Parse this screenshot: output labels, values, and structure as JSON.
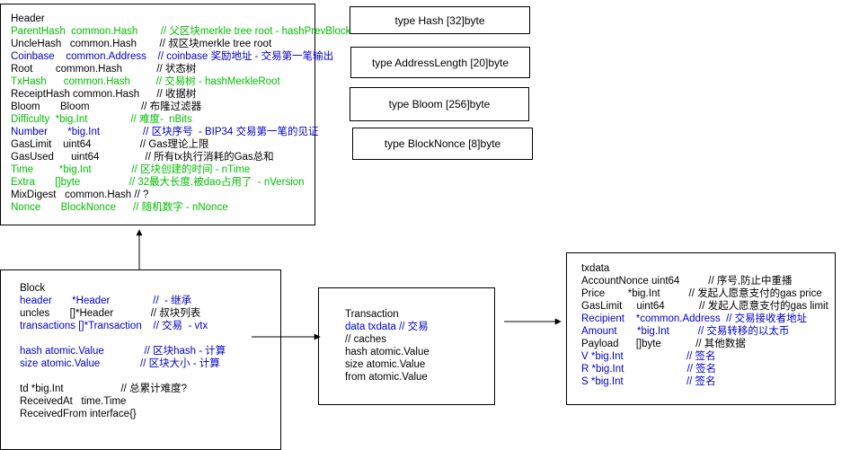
{
  "colors": {
    "black": "#000000",
    "green": "#00c000",
    "blue": "#0000cc"
  },
  "header_box": {
    "lines": [
      {
        "text": "Header",
        "color": "black"
      },
      {
        "text": "ParentHash  common.Hash        // 父区块merkle tree root - hashPrevBlock",
        "color": "green"
      },
      {
        "text": "UncleHash   common.Hash        // 叔区块merkle tree root",
        "color": "black"
      },
      {
        "text": "Coinbase    common.Address    // coinbase 奖励地址 - 交易第一笔输出",
        "color": "blue"
      },
      {
        "text": "Root        common.Hash            // 状态树",
        "color": "black"
      },
      {
        "text": "TxHash      common.Hash         // 交易树 - hashMerkleRoot",
        "color": "green"
      },
      {
        "text": "ReceiptHash common.Hash      // 收据树",
        "color": "black"
      },
      {
        "text": "Bloom       Bloom                  // 布隆过滤器",
        "color": "black"
      },
      {
        "text": "Difficulty  *big.Int               // 难度-  nBits",
        "color": "green"
      },
      {
        "text": "Number       *big.Int               // 区块序号  - BIP34 交易第一笔的见证",
        "color": "blue"
      },
      {
        "text": "GasLimit    uint64                 // Gas理论上限",
        "color": "black"
      },
      {
        "text": "GasUsed      uint64                // 所有tx执行消耗的Gas总和",
        "color": "black"
      },
      {
        "text": "Time         *big.Int              // 区块创建的时间 - nTime",
        "color": "green"
      },
      {
        "text": "Extra       []byte                 // 32最大长度,被dao占用了  - nVersion",
        "color": "green"
      },
      {
        "text": "MixDigest   common.Hash // ?",
        "color": "black"
      },
      {
        "text": "Nonce       BlockNonce      // 随机数字 - nNonce",
        "color": "green"
      }
    ]
  },
  "type_boxes": [
    {
      "text": "type Hash [32]byte"
    },
    {
      "text": "type AddressLength [20]byte"
    },
    {
      "text": "type Bloom [256]byte"
    },
    {
      "text": "type BlockNonce [8]byte"
    }
  ],
  "block_box": {
    "lines": [
      {
        "text": "Block",
        "color": "black"
      },
      {
        "text": "header       *Header               //  - 继承",
        "color": "blue"
      },
      {
        "text": "uncles       []*Header             // 叔块列表",
        "color": "black"
      },
      {
        "text": "transactions []*Transaction    // 交易  - vtx",
        "color": "blue"
      },
      {
        "text": "",
        "color": "black"
      },
      {
        "text": "hash atomic.Value              // 区块hash - 计算",
        "color": "blue"
      },
      {
        "text": "size atomic.Value              // 区块大小 - 计算",
        "color": "blue"
      },
      {
        "text": "",
        "color": "black"
      },
      {
        "text": "td *big.Int                    // 总累计难度?",
        "color": "black"
      },
      {
        "text": "ReceivedAt   time.Time",
        "color": "black"
      },
      {
        "text": "ReceivedFrom interface{}",
        "color": "black"
      }
    ]
  },
  "transaction_box": {
    "lines": [
      {
        "text": "Transaction",
        "color": "black"
      },
      {
        "text": "data txdata // 交易",
        "color": "blue"
      },
      {
        "text": "// caches",
        "color": "black"
      },
      {
        "text": "hash atomic.Value",
        "color": "black"
      },
      {
        "text": "size atomic.Value",
        "color": "black"
      },
      {
        "text": "from atomic.Value",
        "color": "black"
      }
    ]
  },
  "txdata_box": {
    "lines": [
      {
        "text": "txdata",
        "color": "black"
      },
      {
        "text": "AccountNonce uint64          // 序号,防止中重播",
        "color": "black"
      },
      {
        "text": "Price        *big.Int          // 发起人愿意支付的gas price",
        "color": "black"
      },
      {
        "text": "GasLimit     uint64            // 发起人愿意支付的gas limit",
        "color": "black"
      },
      {
        "text": "Recipient    *common.Address  // 交易接收者地址",
        "color": "blue"
      },
      {
        "text": "Amount       *big.Int          // 交易转移的以太币",
        "color": "blue"
      },
      {
        "text": "Payload      []byte            // 其他数据",
        "color": "black"
      },
      {
        "text": "V *big.Int                      // 签名",
        "color": "blue"
      },
      {
        "text": "R *big.Int                      // 签名",
        "color": "blue"
      },
      {
        "text": "S *big.Int                      // 签名",
        "color": "blue"
      }
    ]
  }
}
